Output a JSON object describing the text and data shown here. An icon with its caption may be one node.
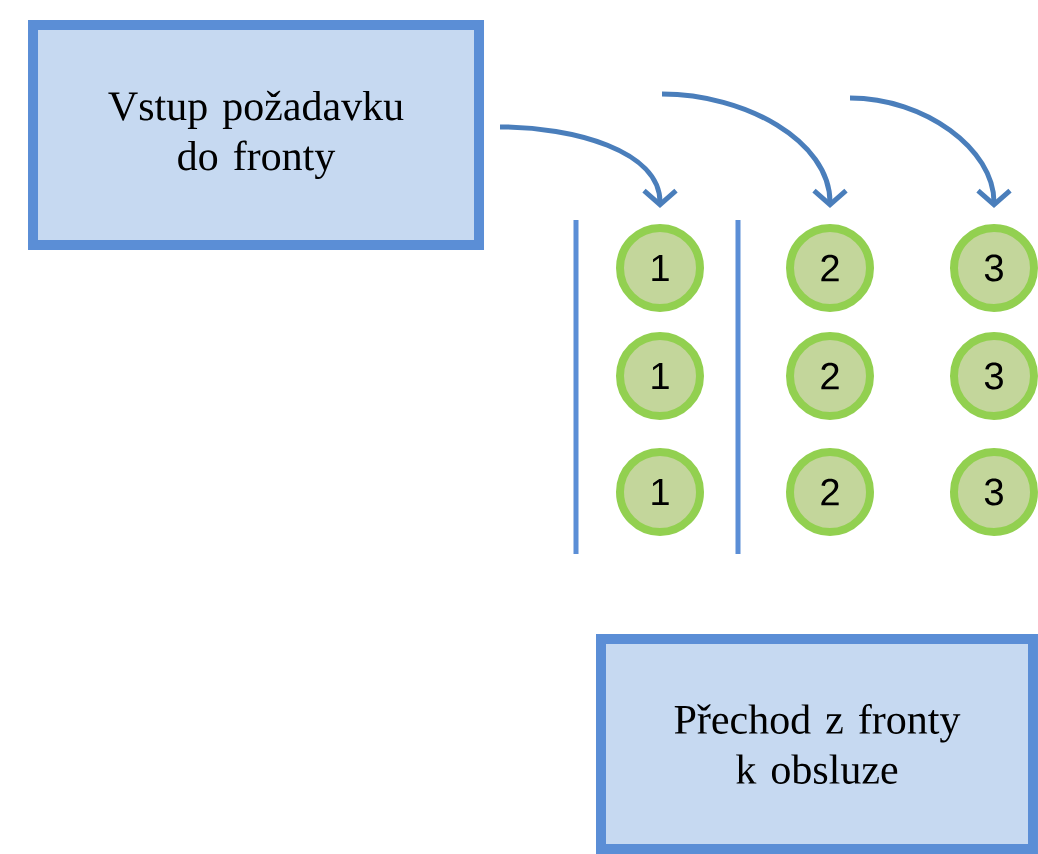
{
  "diagram": {
    "nodes": [
      {
        "text": [
          "Vstup požadavku do fronty"
        ]
      },
      {
        "text": [
          "1"
        ]
      },
      {
        "text": [
          "2"
        ]
      },
      {
        "text": [
          "3"
        ]
      },
      {
        "text": [
          "1"
        ]
      },
      {
        "text": [
          "2"
        ]
      },
      {
        "text": [
          "3"
        ]
      },
      {
        "text": [
          "1"
        ]
      },
      {
        "text": [
          "2"
        ]
      },
      {
        "text": [
          "3"
        ]
      },
      {
        "text": [
          "Přechod z fronty k obsluze"
        ]
      }
    ],
    "edges": [
      {
        "from": 0,
        "to": 1,
        "arrow": "to"
      },
      {
        "from": null,
        "to": 2,
        "arrow": "to"
      },
      {
        "from": null,
        "to": 3,
        "arrow": "to"
      }
    ]
  }
}
